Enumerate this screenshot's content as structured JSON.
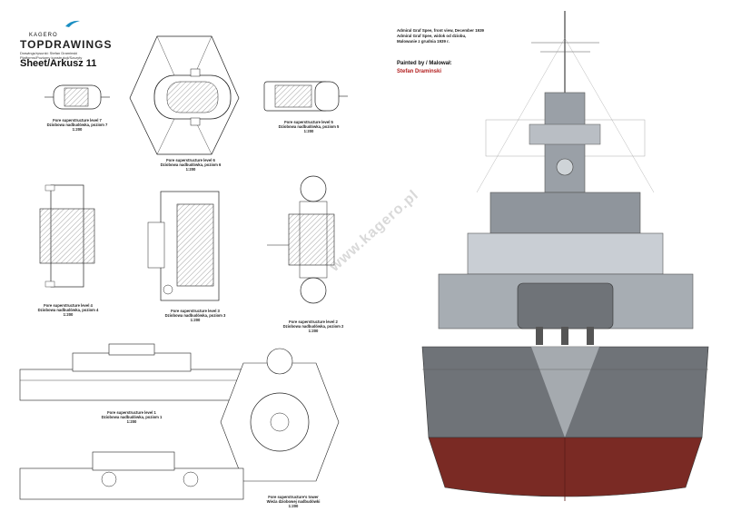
{
  "logo": {
    "publisher": "KAGERO",
    "brand": "TOPDRAWINGS",
    "credit_line": "Drawings/rysunki: Stefan Draminski",
    "subtitle_line": "Platforms/Poziomy konstrukcji/Szczyty"
  },
  "sheet": "Sheet/Arkusz 11",
  "captions": {
    "level7": [
      "Fore superstructure level 7",
      "Dziobowa nadbudówka, poziom 7",
      "1:200"
    ],
    "level6": [
      "Fore superstructure level 6",
      "Dziobowa nadbudówka, poziom 6",
      "1:200"
    ],
    "level5": [
      "Fore superstructure level 5",
      "Dziobowa nadbudówka, poziom 5",
      "1:200"
    ],
    "level4": [
      "Fore superstructure level 4",
      "Dziobowa nadbudówka, poziom 4",
      "1:200"
    ],
    "level3": [
      "Fore superstructure level 3",
      "Dziobowa nadbudówka, poziom 3",
      "1:200"
    ],
    "level2": [
      "Fore superstructure level 2",
      "Dziobowa nadbudówka, poziom 2",
      "1:200"
    ],
    "level1": [
      "Fore superstructure level 1",
      "Dziobowa nadbudówka, poziom 1",
      "1:200"
    ],
    "tower": [
      "Fore superstructure's tower",
      "Wieża dziobowej nadbudówki",
      "1:200"
    ]
  },
  "right_text": {
    "line1": "Admiral Graf Spee, front view, December 1939",
    "line2": "Admiral Graf Spee, widok od dziobu,",
    "line3": "Malowanie z grudnia 1939 r.",
    "painted_by": "Painted by / Malował:",
    "painter": "Stefan Draminski"
  },
  "watermark": "www.kagero.pl",
  "colors": {
    "painter": "#b21d1d",
    "hull_grey": "#6f7378",
    "hull_red": "#7a2a24",
    "camo_light": "#c9ced4"
  }
}
